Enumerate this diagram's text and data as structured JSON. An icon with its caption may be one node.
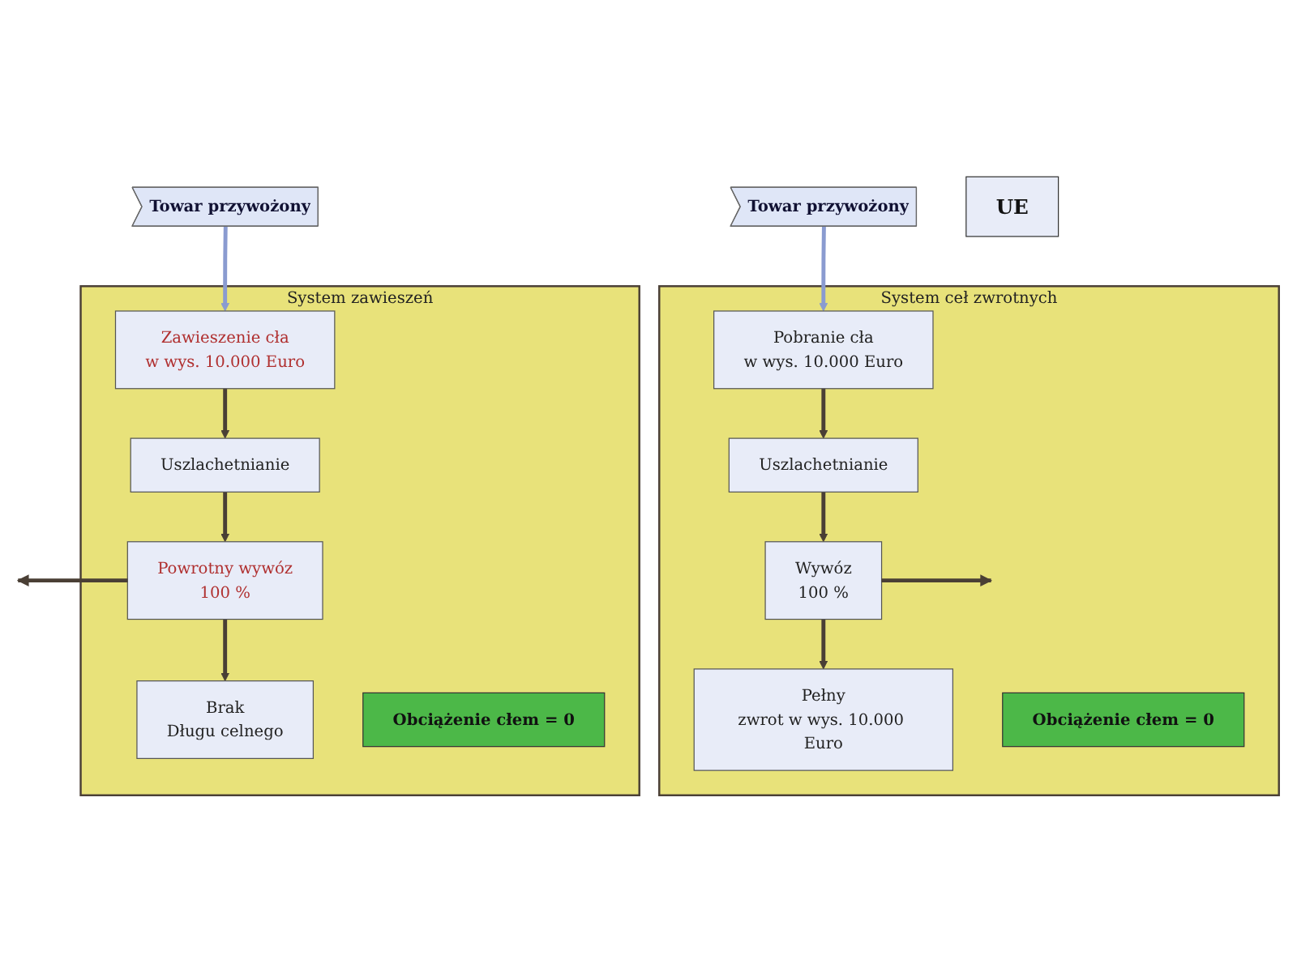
{
  "diagram": {
    "nodes": [
      {
        "text": [
          "UE"
        ]
      },
      {
        "text": [
          "System zawieszeń"
        ]
      },
      {
        "text": [
          "Towar przywożony"
        ]
      },
      {
        "text": [
          "Zawieszenie cła",
          "w wys. 10.000 Euro"
        ],
        "in": 1
      },
      {
        "text": [
          "Uszlachetnianie"
        ],
        "in": 1
      },
      {
        "text": [
          "Powrotny wywóz",
          "100 %"
        ],
        "in": 1
      },
      {
        "text": [
          "Brak",
          "Długu celnego"
        ],
        "in": 1
      },
      {
        "text": [
          "Obciążenie cłem = 0"
        ],
        "in": 1
      },
      {
        "text": [
          "System ceł zwrotnych"
        ]
      },
      {
        "text": [
          "Pobranie cła",
          "w wys. 10.000 Euro"
        ],
        "in": 8
      },
      {
        "text": [
          "Towar przywożony"
        ]
      },
      {
        "text": [
          "Uszlachetnianie"
        ],
        "in": 8
      },
      {
        "text": [
          "Wywóz",
          "100 %"
        ],
        "in": 8
      },
      {
        "text": [
          "Pełny",
          "zwrot w wys. 10.000 Euro"
        ],
        "in": 8
      },
      {
        "text": [
          "Obciążenie cłem = 0"
        ],
        "in": 8
      }
    ],
    "edges": [
      {
        "from": 2,
        "to": 3,
        "arrow": "to",
        "color": "#8a9bd0"
      },
      {
        "from": 3,
        "to": 4,
        "arrow": "to"
      },
      {
        "from": 4,
        "to": 5,
        "arrow": "to"
      },
      {
        "from": 5,
        "to": 6,
        "arrow": "to"
      },
      {
        "from": 5,
        "to": null,
        "arrow": "to"
      },
      {
        "from": 10,
        "to": 9,
        "arrow": "to",
        "color": "#8a9bd0"
      },
      {
        "from": 9,
        "to": 11,
        "arrow": "to"
      },
      {
        "from": 11,
        "to": 12,
        "arrow": "to"
      },
      {
        "from": 12,
        "to": 13,
        "arrow": "to"
      },
      {
        "from": 12,
        "to": null,
        "arrow": "to"
      }
    ]
  }
}
